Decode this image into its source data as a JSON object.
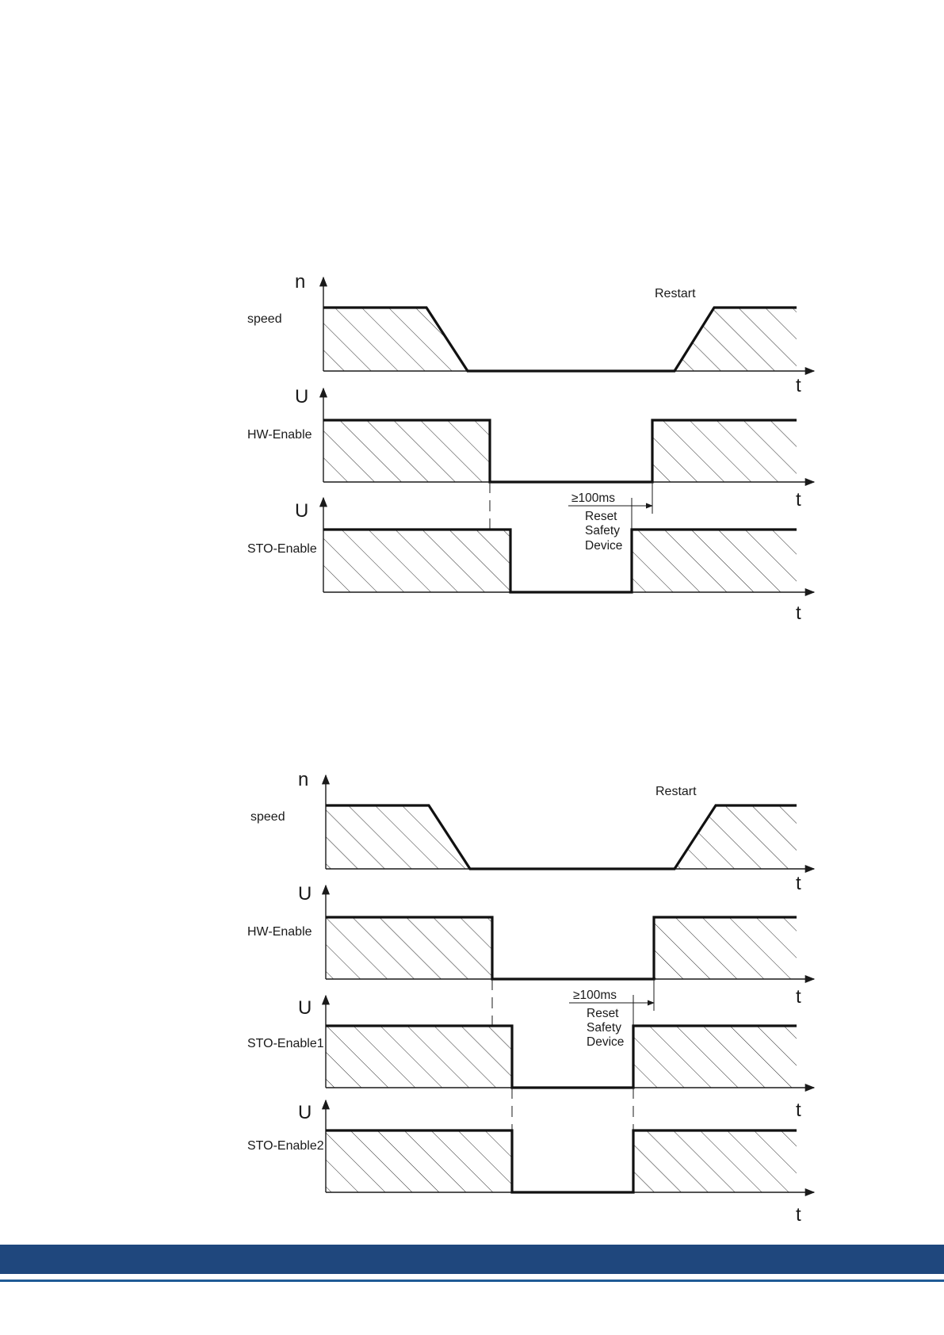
{
  "colors": {
    "footer_band": "#1f477d",
    "footer_line": "#1f5a96",
    "hatch": "#2a2a2a",
    "signal": "#111111"
  },
  "diagram1": {
    "speed": {
      "axis": "n",
      "label": "speed",
      "t": "t",
      "restart": "Restart"
    },
    "hw": {
      "axis": "U",
      "label": "HW-Enable",
      "t": "t"
    },
    "sto": {
      "axis": "U",
      "label": "STO-Enable",
      "t": "t"
    },
    "delay": "≥100ms",
    "reset": [
      "Reset",
      "Safety",
      "Device"
    ]
  },
  "diagram2": {
    "speed": {
      "axis": "n",
      "label": "speed",
      "t": "t",
      "restart": "Restart"
    },
    "hw": {
      "axis": "U",
      "label": "HW-Enable",
      "t": "t"
    },
    "sto1": {
      "axis": "U",
      "label": "STO-Enable1",
      "t": "t"
    },
    "sto2": {
      "axis": "U",
      "label": "STO-Enable2",
      "t": "t"
    },
    "delay": "≥100ms",
    "reset": [
      "Reset",
      "Safety",
      "Device"
    ]
  }
}
